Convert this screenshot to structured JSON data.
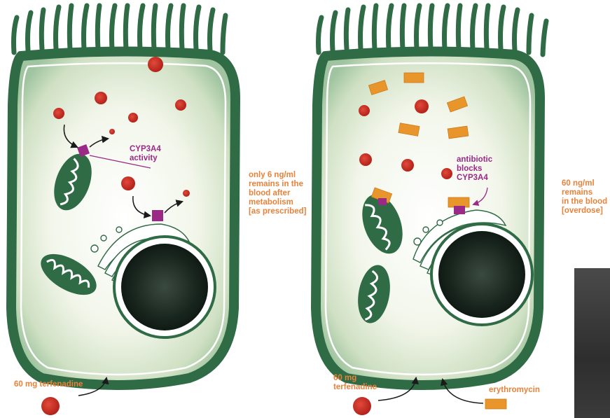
{
  "panels": {
    "left": {
      "dose_label": "60 mg terfenadine",
      "enzyme_label": "CYP3A4\nactivity",
      "outcome_label": "only 6 ng/ml\nremains in the\nblood after\nmetabolism\n[as prescribed]"
    },
    "right": {
      "dose_label": "60 mg\nterfenadine",
      "blocker_label": "antibiotic\nblocks\nCYP3A4",
      "drug2_label": "erythromycin",
      "outcome_label": "60 ng/ml\nremains\nin the blood\n[overdose]"
    }
  },
  "colors": {
    "orange_text": "#e8823b",
    "purple": "#9a2a86",
    "cell_green": "#2f6b45",
    "drug_red": "#c7301f",
    "antibiotic_orange": "#e8962c"
  },
  "icons": {
    "drug_molecule": "red-dot",
    "antibiotic_molecule": "orange-rectangle",
    "enzyme": "purple-square"
  }
}
